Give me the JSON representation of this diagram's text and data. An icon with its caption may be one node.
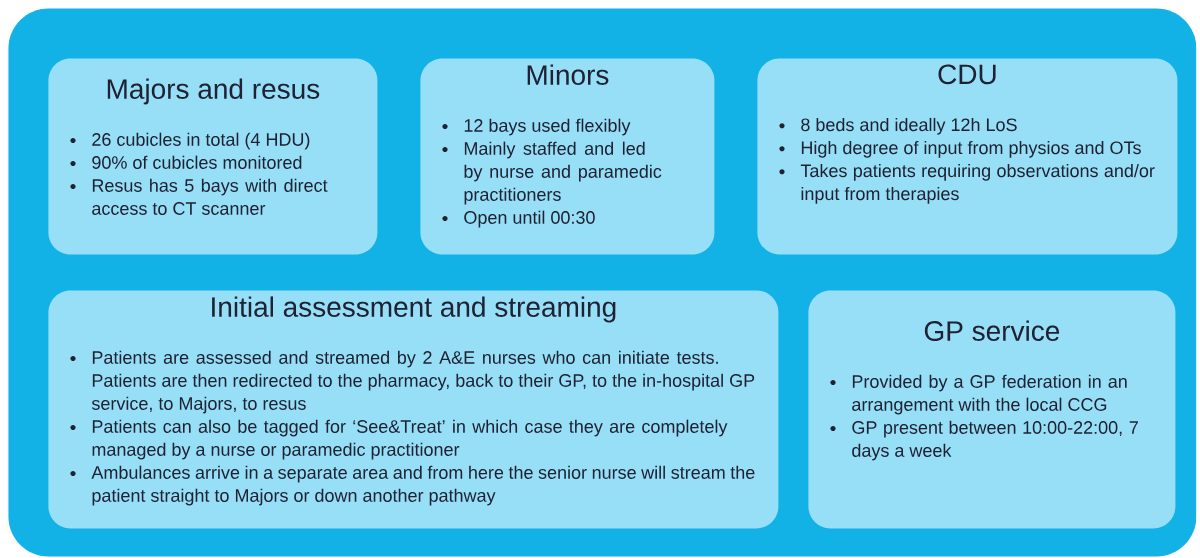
{
  "diagram": {
    "nodes": [
      {
        "text": [],
        "shape": "box"
      },
      {
        "text": [
          "Majors and resus",
          "26 cubicles in total (4 HDU)",
          "90% of cubicles monitored",
          "Resus has 5 bays with direct access to CT scanner"
        ],
        "in": 0
      },
      {
        "text": [
          "Minors",
          "12 bays used flexibly",
          "Mainly staffed and led by nurse and paramedic practitioners",
          "Open until 00:30"
        ],
        "in": 0
      },
      {
        "text": [
          "CDU",
          "8 beds and ideally 12h LoS",
          "High degree of input from physios and OTs",
          "Takes patients requiring observations and/or input from therapies"
        ],
        "in": 0
      },
      {
        "text": [
          "Initial assessment and streaming",
          "Patients are assessed and streamed by 2 A&E nurses who can initiate tests. Patients are then redirected to the pharmacy, back to their GP, to the in-hospital GP service, to Majors, to resus",
          "Patients can also be tagged for ‘See&Treat’ in which case they are completely managed by a nurse or paramedic practitioner",
          "Ambulances arrive in a separate area and from here the senior nurse will stream the patient straight to Majors or down another pathway"
        ],
        "in": 0
      },
      {
        "text": [
          "GP service",
          "Provided by a GP federation in an arrangement with the local CCG",
          "GP present between 10:00-22:00, 7 days a week"
        ],
        "in": 0
      }
    ]
  }
}
